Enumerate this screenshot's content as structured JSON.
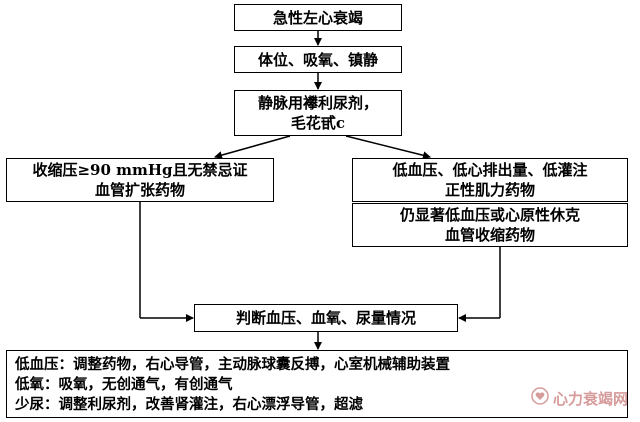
{
  "boxes": {
    "acute_lhf": "急性左心衰竭",
    "posture": "体位、吸氧、镇静",
    "diuretic": "静脉用襻利尿剂，\n毛花甙c",
    "vasodilator": "收缩压≥90 mmHg且无禁忌证\n血管扩张药物",
    "inotrope": "低血压、低心排出量、低灌注\n正性肌力药物",
    "vasopressor": "仍显著低血压或心原性休克\n血管收缩药物",
    "assess": "判断血压、血氧、尿量情况"
  },
  "management": {
    "hypotension": "低血压：调整药物，右心导管，主动脉球囊反搏，心室机械辅助装置",
    "hypoxia": "低氧：吸氧，无创通气，有创通气",
    "oliguria": "少尿：调整利尿剂，改善肾灌注，右心漂浮导管，超滤"
  },
  "watermark": "心力衰竭网",
  "colors": {
    "line": "#000000",
    "watermark": "#d08a8a"
  }
}
